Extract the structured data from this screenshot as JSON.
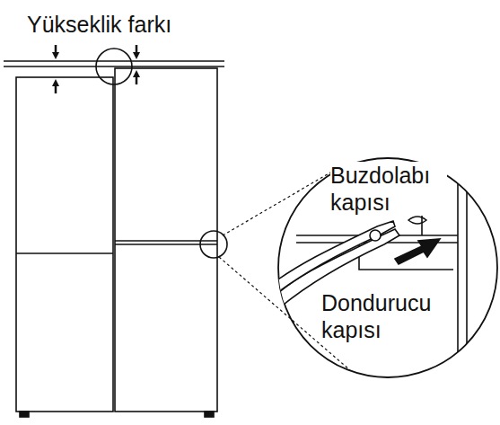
{
  "diagram": {
    "labels": [
      "Yükseklik farkı",
      "Buzdolabı kapısı",
      "Dondurucu kapısı"
    ]
  }
}
